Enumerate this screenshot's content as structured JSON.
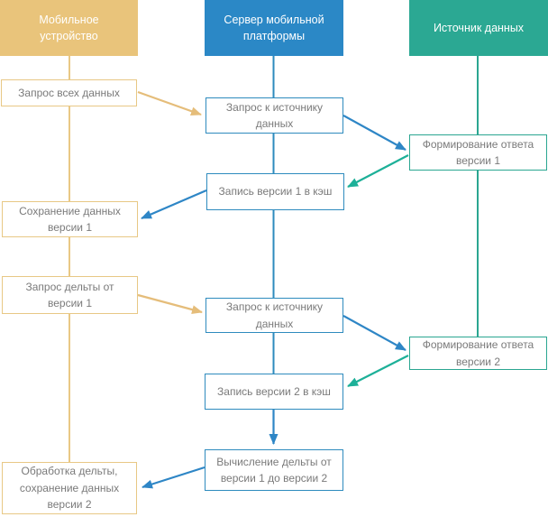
{
  "palette": {
    "mobile_accent": "#E9C47B",
    "server_accent": "#2B88C6",
    "source_accent": "#2BA893",
    "tan_line": "#E8C885",
    "blue_line": "#2E8BBE",
    "teal_line": "#2AA691",
    "arrow_tan": "#E5BD7A",
    "arrow_blue": "#2E86C6",
    "arrow_teal": "#1DB098",
    "box_text": "#7A7A7A"
  },
  "diagram": {
    "lanes": [
      {
        "id": "mobile",
        "label": "Мобильное устройство"
      },
      {
        "id": "server",
        "label": "Сервер мобильной платформы"
      },
      {
        "id": "source",
        "label": "Источник данных"
      }
    ],
    "nodes": [
      {
        "lane": "mobile",
        "label": "Запрос всех данных"
      },
      {
        "lane": "server",
        "label": "Запрос к источнику данных"
      },
      {
        "lane": "source",
        "label": "Формирование ответа версии 1"
      },
      {
        "lane": "server",
        "label": "Запись версии 1 в кэш"
      },
      {
        "lane": "mobile",
        "label": "Сохранение данных версии 1"
      },
      {
        "lane": "mobile",
        "label": "Запрос дельты от версии 1"
      },
      {
        "lane": "server",
        "label": "Запрос к источнику данных"
      },
      {
        "lane": "source",
        "label": "Формирование ответа версии 2"
      },
      {
        "lane": "server",
        "label": "Запись версии 2 в кэш"
      },
      {
        "lane": "server",
        "label": "Вычисление дельты от версии 1 до версии 2"
      },
      {
        "lane": "mobile",
        "label": "Обработка дельты, сохранение данных версии 2"
      }
    ],
    "connections": [
      {
        "from": 0,
        "to": 1,
        "color": "tan"
      },
      {
        "from": 1,
        "to": 2,
        "color": "blue"
      },
      {
        "from": 2,
        "to": 3,
        "color": "teal"
      },
      {
        "from": 3,
        "to": 4,
        "color": "blue"
      },
      {
        "from": 5,
        "to": 6,
        "color": "tan"
      },
      {
        "from": 6,
        "to": 7,
        "color": "blue"
      },
      {
        "from": 7,
        "to": 8,
        "color": "teal"
      },
      {
        "from": 8,
        "to": 9,
        "color": "blue"
      },
      {
        "from": 9,
        "to": 10,
        "color": "blue"
      }
    ]
  }
}
